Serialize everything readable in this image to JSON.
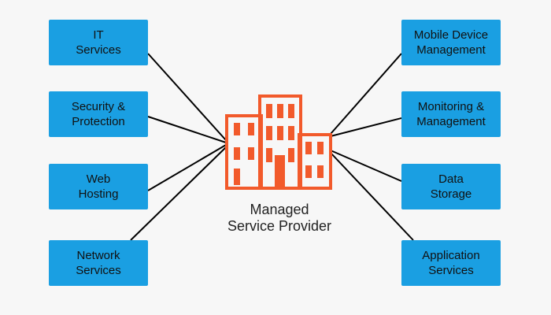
{
  "diagram": {
    "center": {
      "label": "Managed\nService Provider",
      "icon": "office-building-icon"
    },
    "left_nodes": [
      {
        "id": "it-services",
        "label": "IT\nServices"
      },
      {
        "id": "security-protection",
        "label": "Security &\nProtection"
      },
      {
        "id": "web-hosting",
        "label": "Web\nHosting"
      },
      {
        "id": "network-services",
        "label": "Network\nServices"
      }
    ],
    "right_nodes": [
      {
        "id": "mobile-device-management",
        "label": "Mobile Device\nManagement"
      },
      {
        "id": "monitoring-management",
        "label": "Monitoring &\nManagement"
      },
      {
        "id": "data-storage",
        "label": "Data\nStorage"
      },
      {
        "id": "application-services",
        "label": "Application\nServices"
      }
    ],
    "colors": {
      "node_fill": "#1a9fe2",
      "node_text": "#111111",
      "building": "#f25a2b",
      "connector": "#000000",
      "background": "#f7f7f7"
    }
  }
}
